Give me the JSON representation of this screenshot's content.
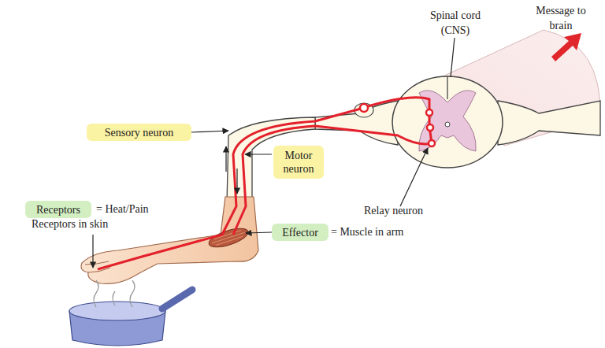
{
  "diagram": {
    "nodes": [
      {
        "text": [
          "Sensory neuron"
        ]
      },
      {
        "text": [
          "Motor neuron"
        ]
      },
      {
        "text": [
          "Receptors"
        ]
      },
      {
        "text": [
          "Effector"
        ]
      }
    ],
    "labels": [
      "Message to brain",
      "Spinal cord (CNS)",
      "= Heat/Pain Receptors in skin",
      "Relay neuron",
      "= Muscle in arm"
    ]
  }
}
